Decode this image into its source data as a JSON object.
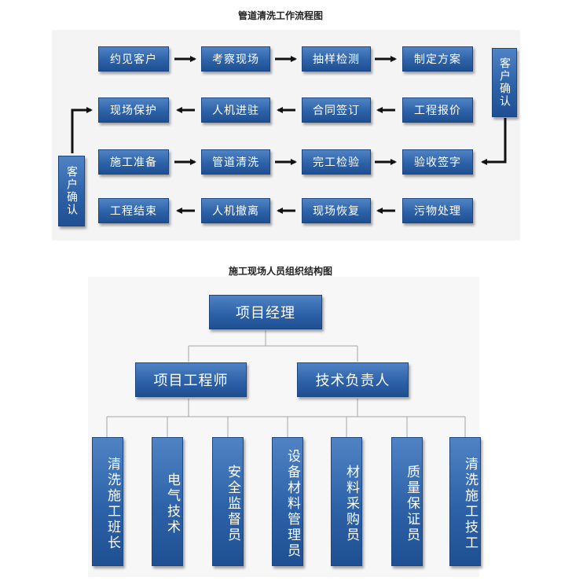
{
  "flowchart": {
    "title": "管道清洗工作流程图",
    "row1": [
      "约见客户",
      "考察现场",
      "抽样检测",
      "制定方案"
    ],
    "row2": [
      "现场保护",
      "人机进驻",
      "合同签订",
      "工程报价"
    ],
    "row3": [
      "施工准备",
      "管道清洗",
      "完工检验",
      "验收签字"
    ],
    "row4": [
      "工程结束",
      "人机撤离",
      "现场恢复",
      "污物处理"
    ],
    "confirm_right": "客户确认",
    "confirm_left": "客户确认"
  },
  "org": {
    "title": "施工现场人员组织结构图",
    "top": "项目经理",
    "mid": [
      "项目工程师",
      "技术负责人"
    ],
    "bottom": [
      "清洗施工班长",
      "电气技术",
      "安全监督员",
      "设备材料管理员",
      "材料采购员",
      "质量保证员",
      "清洗施工技工"
    ]
  },
  "colors": {
    "box": "#2d62a8",
    "arrow": "#111111",
    "line": "#999999"
  }
}
